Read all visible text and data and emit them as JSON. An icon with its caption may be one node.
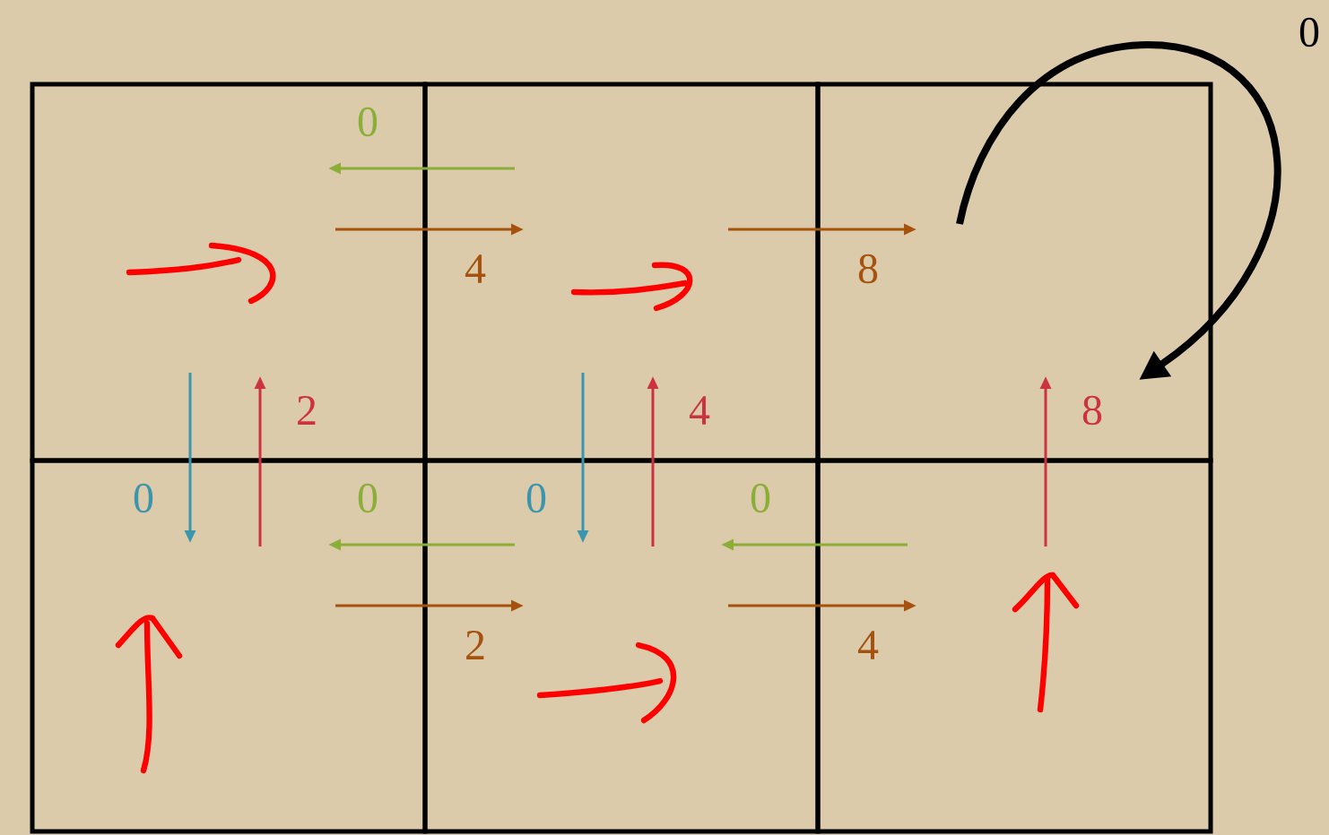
{
  "diagram": {
    "nodes": [
      {
        "text": [],
        "shape": "box"
      },
      {
        "text": [],
        "shape": "box"
      },
      {
        "text": [],
        "shape": "box"
      },
      {
        "text": [],
        "shape": "box"
      },
      {
        "text": [],
        "shape": "box"
      },
      {
        "text": [],
        "shape": "box"
      }
    ],
    "edges": [
      {
        "from": 1,
        "to": 0,
        "arrow": "to",
        "label": "0",
        "color": "#8aae37"
      },
      {
        "from": 0,
        "to": 1,
        "arrow": "to",
        "label": "4",
        "color": "#a5520e"
      },
      {
        "from": 1,
        "to": 2,
        "arrow": "to",
        "label": "8",
        "color": "#a5520e"
      },
      {
        "from": 2,
        "to": 2,
        "arrow": "to",
        "label": "0",
        "color": "#000000",
        "style": "thick"
      },
      {
        "from": 0,
        "to": 3,
        "arrow": "to",
        "label": "0",
        "color": "#3b95ad"
      },
      {
        "from": 3,
        "to": 0,
        "arrow": "to",
        "label": "2",
        "color": "#cc3340"
      },
      {
        "from": 1,
        "to": 4,
        "arrow": "to",
        "label": "0",
        "color": "#3b95ad"
      },
      {
        "from": 4,
        "to": 1,
        "arrow": "to",
        "label": "4",
        "color": "#cc3340"
      },
      {
        "from": 5,
        "to": 2,
        "arrow": "to",
        "label": "8",
        "color": "#cc3340"
      },
      {
        "from": 4,
        "to": 3,
        "arrow": "to",
        "label": "0",
        "color": "#8aae37"
      },
      {
        "from": 3,
        "to": 4,
        "arrow": "to",
        "label": "2",
        "color": "#a5520e"
      },
      {
        "from": 5,
        "to": 4,
        "arrow": "to",
        "label": "0",
        "color": "#8aae37"
      },
      {
        "from": 4,
        "to": 5,
        "arrow": "to",
        "label": "4",
        "color": "#a5520e"
      }
    ]
  }
}
